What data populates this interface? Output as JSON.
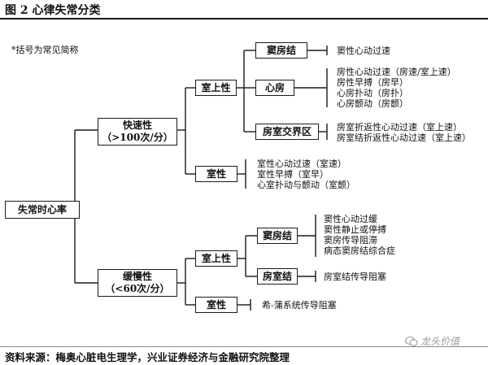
{
  "header": {
    "title": "图 2 心律失常分类"
  },
  "note": "*括号为常见简称",
  "boxes": {
    "root": "失常时心率",
    "fast": {
      "line1": "快速性",
      "line2": "（>100次/分）"
    },
    "slow": {
      "line1": "缓慢性",
      "line2": "（<60次/分）"
    },
    "fast_supra": "室上性",
    "fast_ventricular": "室性",
    "sinus_fast": "窦房结",
    "atrium": "心房",
    "av_junction": "房室交界区",
    "slow_supra": "室上性",
    "slow_ventricular": "室性",
    "sinus_slow": "窦房结",
    "av_node": "房室结"
  },
  "leaves": {
    "sinus_fast": [
      "窦性心动过速"
    ],
    "atrium": [
      "房性心动过速（房速/室上速）",
      "房性早搏（房早）",
      "心房扑动（房扑）",
      "心房颤动（房颤）"
    ],
    "av_junction": [
      "房室折返性心动过速（室上速）",
      "房室结折返性心动过速（室上速）"
    ],
    "fast_ventricular": [
      "室性心动过速（室速）",
      "室性早搏（室早）",
      "心室扑动与颤动（室颤）"
    ],
    "sinus_slow": [
      "窦性心动过缓",
      "窦性静止或停搏",
      "窦房传导阻滞",
      "病态窦房结综合症"
    ],
    "av_node": [
      "房室结传导阻塞"
    ],
    "slow_ventricular": [
      "希-蒲系统传导阻塞"
    ]
  },
  "footer": "资料来源：梅奥心脏电生理学，兴业证券经济与金融研究院整理",
  "watermark": "龙头价值"
}
